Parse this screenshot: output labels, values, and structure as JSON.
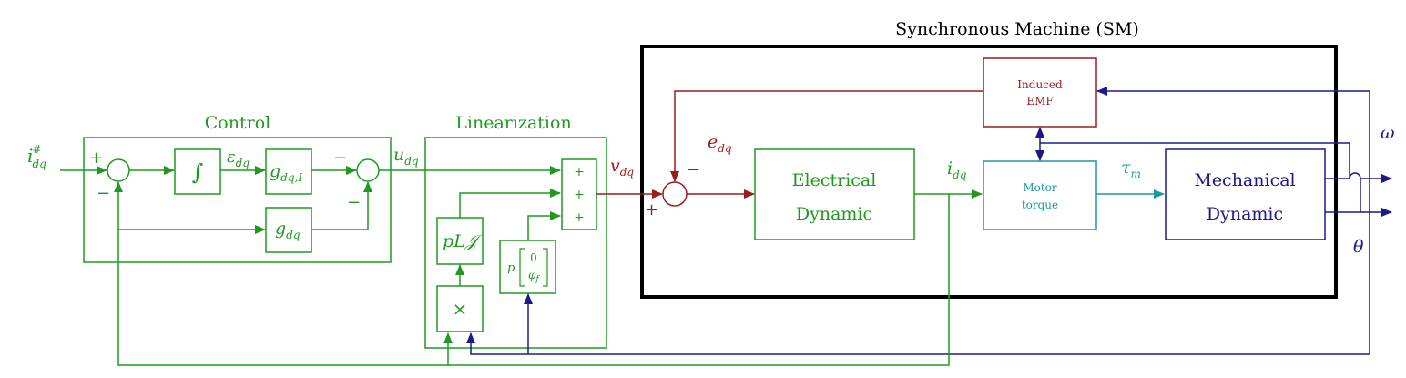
{
  "colors": {
    "control": "#1f9a1f",
    "electrical": "#9b1c1c",
    "mechanical": "#1a1a8c",
    "torque": "#1a9aa0",
    "machine_border": "#000000"
  },
  "titles": {
    "machine": "Synchronous Machine (SM)",
    "control": "Control",
    "linearization": "Linearization"
  },
  "blocks": {
    "integrator": "∫",
    "gain_integral": {
      "main": "g",
      "sub": "dq,I"
    },
    "gain": {
      "main": "g",
      "sub": "dq"
    },
    "pLJ": "pL𝒥",
    "product": "×",
    "flux_vector": {
      "p": "p",
      "top": "0",
      "bottom": "φ",
      "bottom_sub": "f"
    },
    "sum_plus": "+",
    "induced_emf": [
      "Induced",
      "EMF"
    ],
    "electrical_dynamic": [
      "Electrical",
      "Dynamic"
    ],
    "motor_torque": [
      "Motor",
      "torque"
    ],
    "mechanical_dynamic": [
      "Mechanical",
      "Dynamic"
    ]
  },
  "signals": {
    "reference": {
      "main": "i",
      "sub": "dq",
      "sup": "#"
    },
    "error": {
      "main": "ε",
      "sub": "dq"
    },
    "u": {
      "main": "u",
      "sub": "dq"
    },
    "v": {
      "main": "v",
      "sub": "dq"
    },
    "e": {
      "main": "e",
      "sub": "dq"
    },
    "i": {
      "main": "i",
      "sub": "dq"
    },
    "tau": {
      "main": "τ",
      "sub": "m"
    },
    "omega": "ω",
    "theta": "θ"
  },
  "signs": {
    "plus": "+",
    "minus": "−"
  }
}
